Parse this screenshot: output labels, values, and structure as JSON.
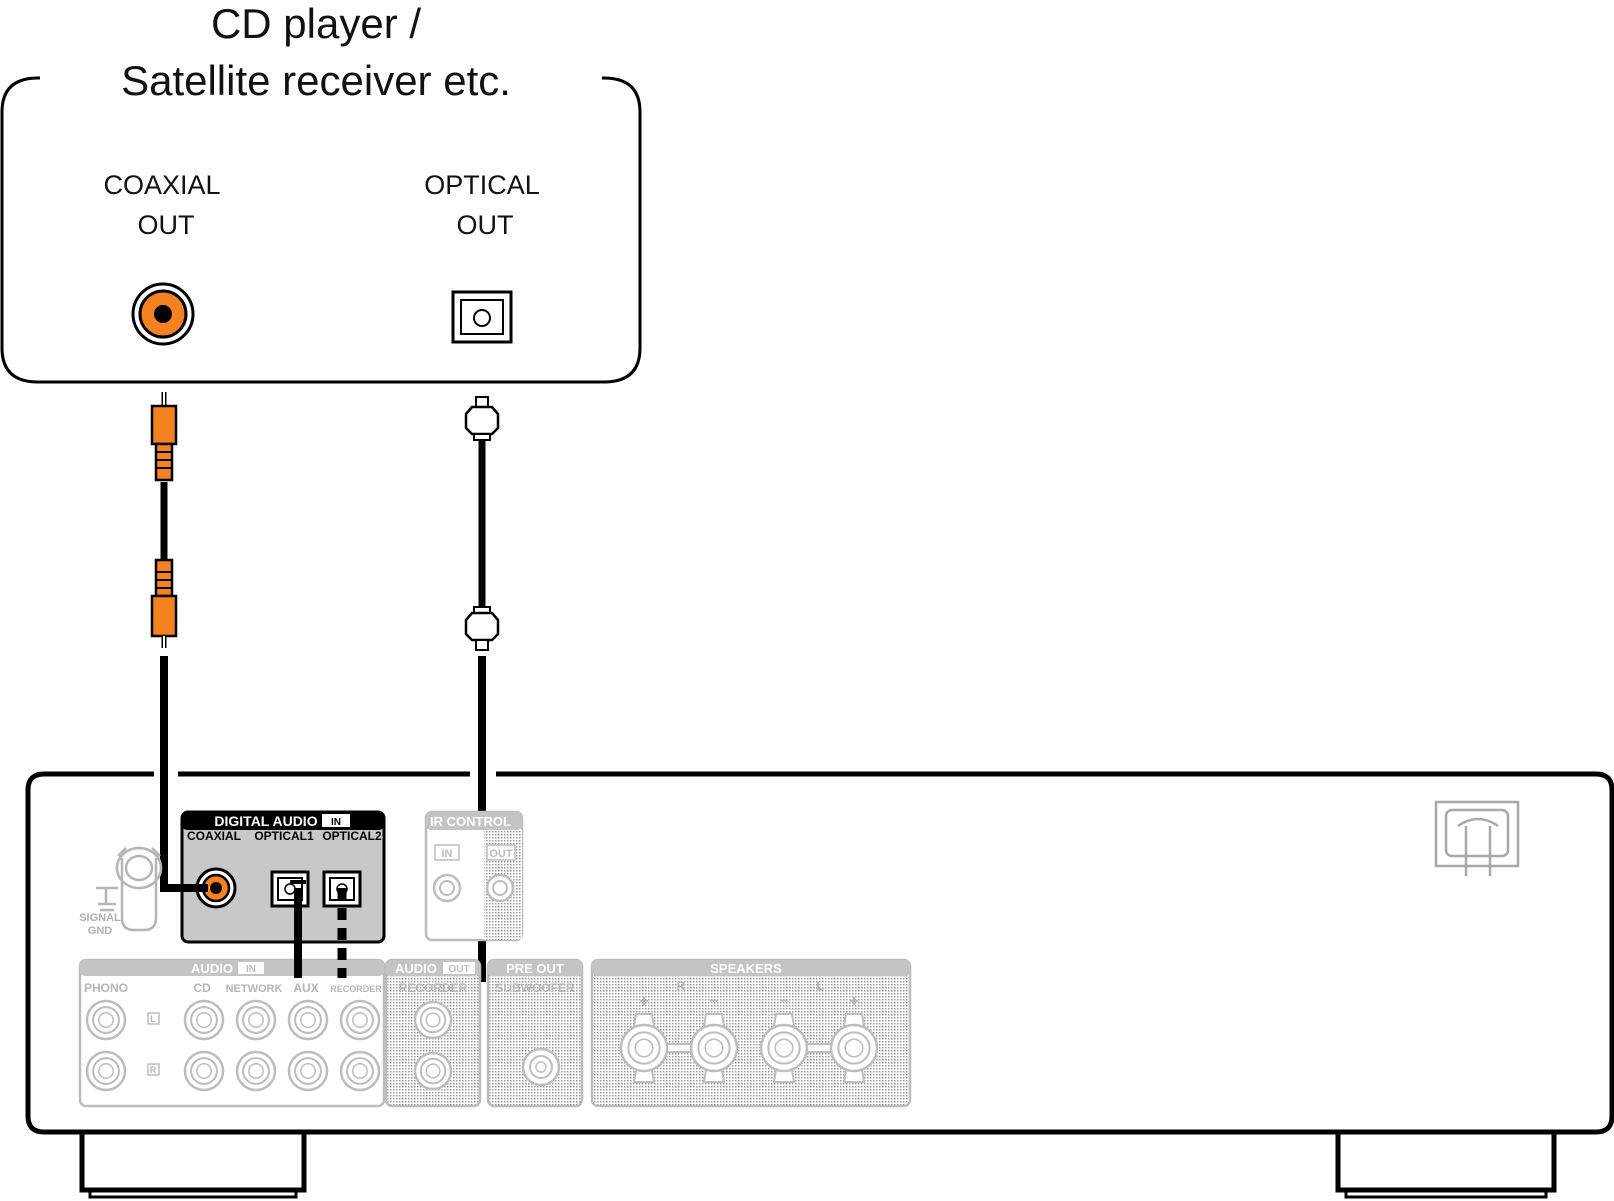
{
  "source_device": {
    "title_line1": "CD player /",
    "title_line2": "Satellite receiver etc.",
    "coaxial_label_line1": "COAXIAL",
    "coaxial_label_line2": "OUT",
    "optical_label_line1": "OPTICAL",
    "optical_label_line2": "OUT"
  },
  "rear_panel": {
    "digital_audio_label": "DIGITAL AUDIO",
    "digital_audio_in_badge": "IN",
    "digital_coaxial": "COAXIAL",
    "digital_optical1": "OPTICAL1",
    "digital_optical2": "OPTICAL2",
    "ir_control_label": "IR CONTROL",
    "ir_in": "IN",
    "ir_out": "OUT",
    "audio_in_label": "AUDIO",
    "audio_in_badge": "IN",
    "phono": "PHONO",
    "cd": "CD",
    "network": "NETWORK",
    "aux": "AUX",
    "recorder": "RECORDER",
    "audio_out_label": "AUDIO",
    "audio_out_badge": "OUT",
    "audio_out_recorder": "RECORDER",
    "pre_out_label": "PRE OUT",
    "subwoofer": "SUBWOOFER",
    "speakers_label": "SPEAKERS",
    "channel_l": "L",
    "channel_r": "R",
    "signal_gnd_line1": "SIGNAL",
    "signal_gnd_line2": "GND",
    "spk_r": "R",
    "spk_l": "L",
    "plus": "+",
    "minus": "−"
  },
  "colors": {
    "rca_orange": "#f58220",
    "line": "#000000",
    "panel_gray": "#c8c8c8",
    "faded_gray": "#bdbdbd"
  }
}
